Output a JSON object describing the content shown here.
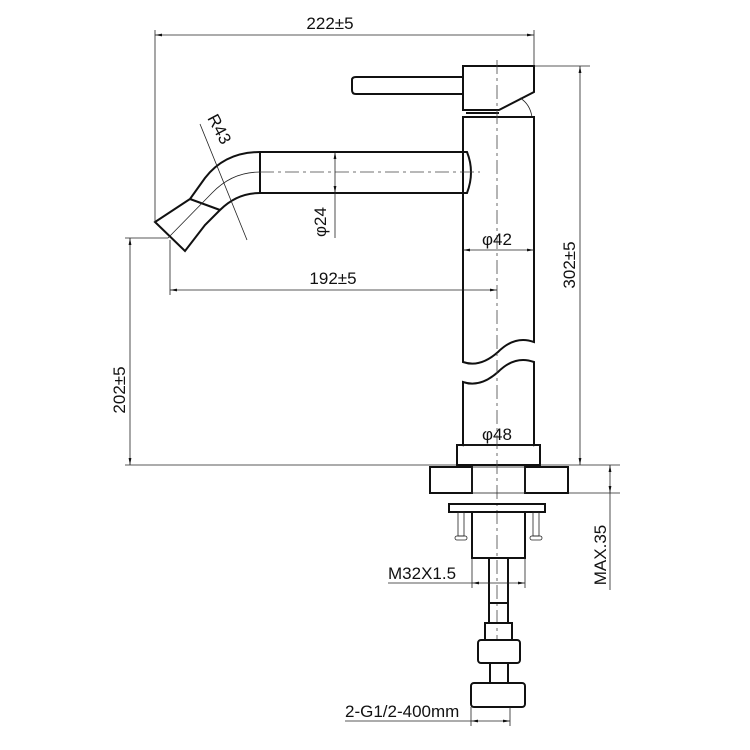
{
  "dimensions": {
    "overall_width": "222±5",
    "overall_height": "302±5",
    "spout_reach": "192±5",
    "spout_height": "202±5",
    "bend_radius": "R43",
    "spout_diameter": "φ24",
    "body_diameter": "φ42",
    "base_diameter": "φ48",
    "max_deck_thickness": "MAX.35",
    "thread": "M32X1.5",
    "hoses": "2-G1/2-400mm"
  }
}
